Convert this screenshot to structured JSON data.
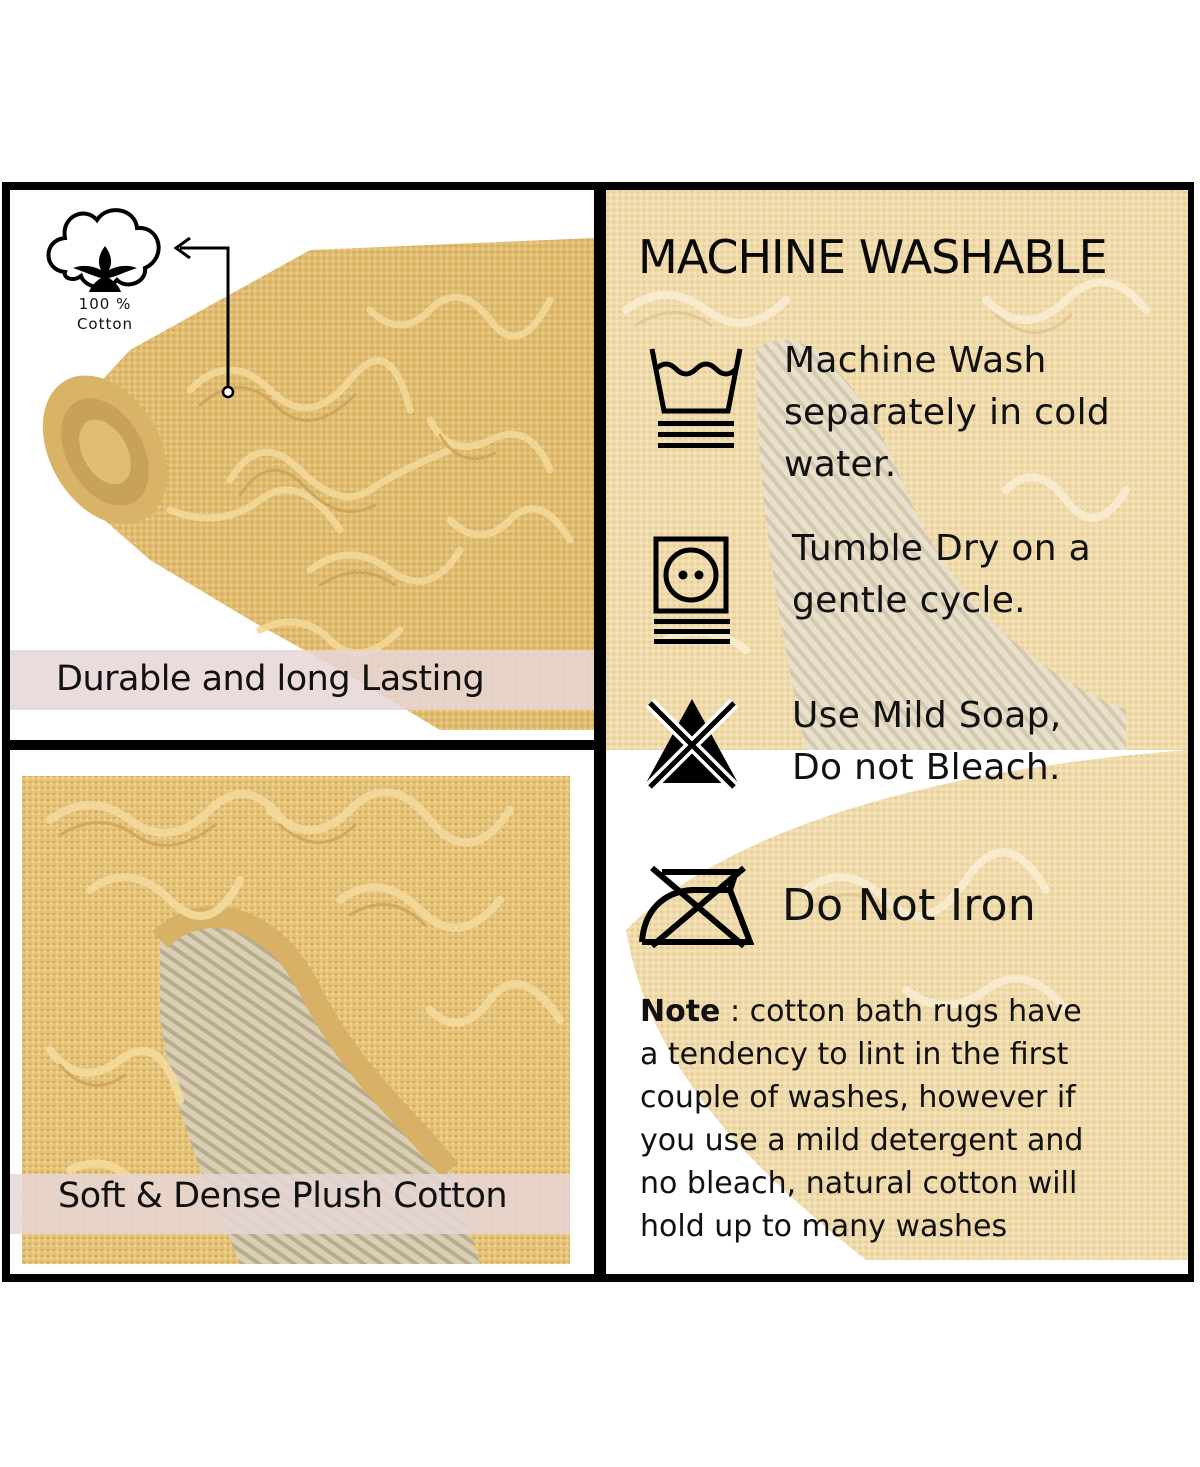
{
  "colors": {
    "rug": "#e6c47a",
    "rug_light": "#f0dcae",
    "rug_shadow": "#c9a259",
    "caption_band": "#e6d6d6",
    "border": "#000000"
  },
  "top_left": {
    "badge_icon": "cotton-boll-icon",
    "badge_percent": "100 %",
    "badge_label": "Cotton",
    "caption": "Durable and long Lasting"
  },
  "bottom_left": {
    "caption": "Soft & Dense Plush Cotton"
  },
  "right": {
    "title": "MACHINE WASHABLE",
    "items": [
      {
        "icon": "machine-wash-icon",
        "lines": [
          "Machine Wash",
          "separately in cold",
          "water."
        ]
      },
      {
        "icon": "tumble-dry-icon",
        "lines": [
          "Tumble Dry on a",
          " gentle cycle."
        ]
      },
      {
        "icon": "no-bleach-icon",
        "lines": [
          "Use Mild Soap,",
          "Do not Bleach."
        ]
      },
      {
        "icon": "no-iron-icon",
        "lines": [
          "Do Not Iron"
        ]
      }
    ],
    "note": {
      "label": "Note",
      "lines": [
        " : cotton bath rugs have",
        "a tendency to lint in the first",
        "couple of washes, however if",
        "you use a mild detergent and",
        "no bleach, natural cotton will",
        "hold up to many washes"
      ]
    }
  }
}
